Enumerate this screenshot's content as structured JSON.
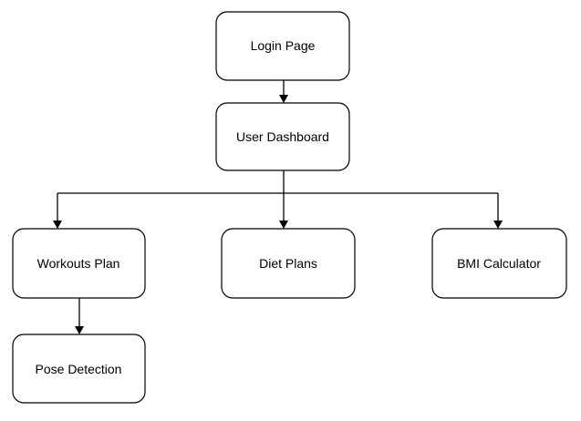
{
  "diagram": {
    "nodes": {
      "login": {
        "label": "Login Page"
      },
      "dashboard": {
        "label": "User Dashboard"
      },
      "workouts": {
        "label": "Workouts Plan"
      },
      "diet": {
        "label": "Diet Plans"
      },
      "bmi": {
        "label": "BMI Calculator"
      },
      "pose": {
        "label": "Pose Detection"
      }
    },
    "edges": [
      {
        "from": "Login Page",
        "to": "User Dashboard"
      },
      {
        "from": "User Dashboard",
        "to": "Workouts Plan"
      },
      {
        "from": "User Dashboard",
        "to": "Diet Plans"
      },
      {
        "from": "User Dashboard",
        "to": "BMI Calculator"
      },
      {
        "from": "Workouts Plan",
        "to": "Pose Detection"
      }
    ]
  }
}
